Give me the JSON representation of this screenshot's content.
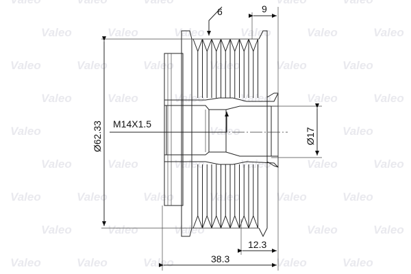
{
  "watermark": "Valeo",
  "dimensions": {
    "outer_diameter": "Ø62.33",
    "thread": "M14X1.5",
    "bore_diameter": "Ø17",
    "overall_length": "38.3",
    "hub_length": "12.3",
    "flange_offset": "9",
    "rib_count": "6"
  }
}
